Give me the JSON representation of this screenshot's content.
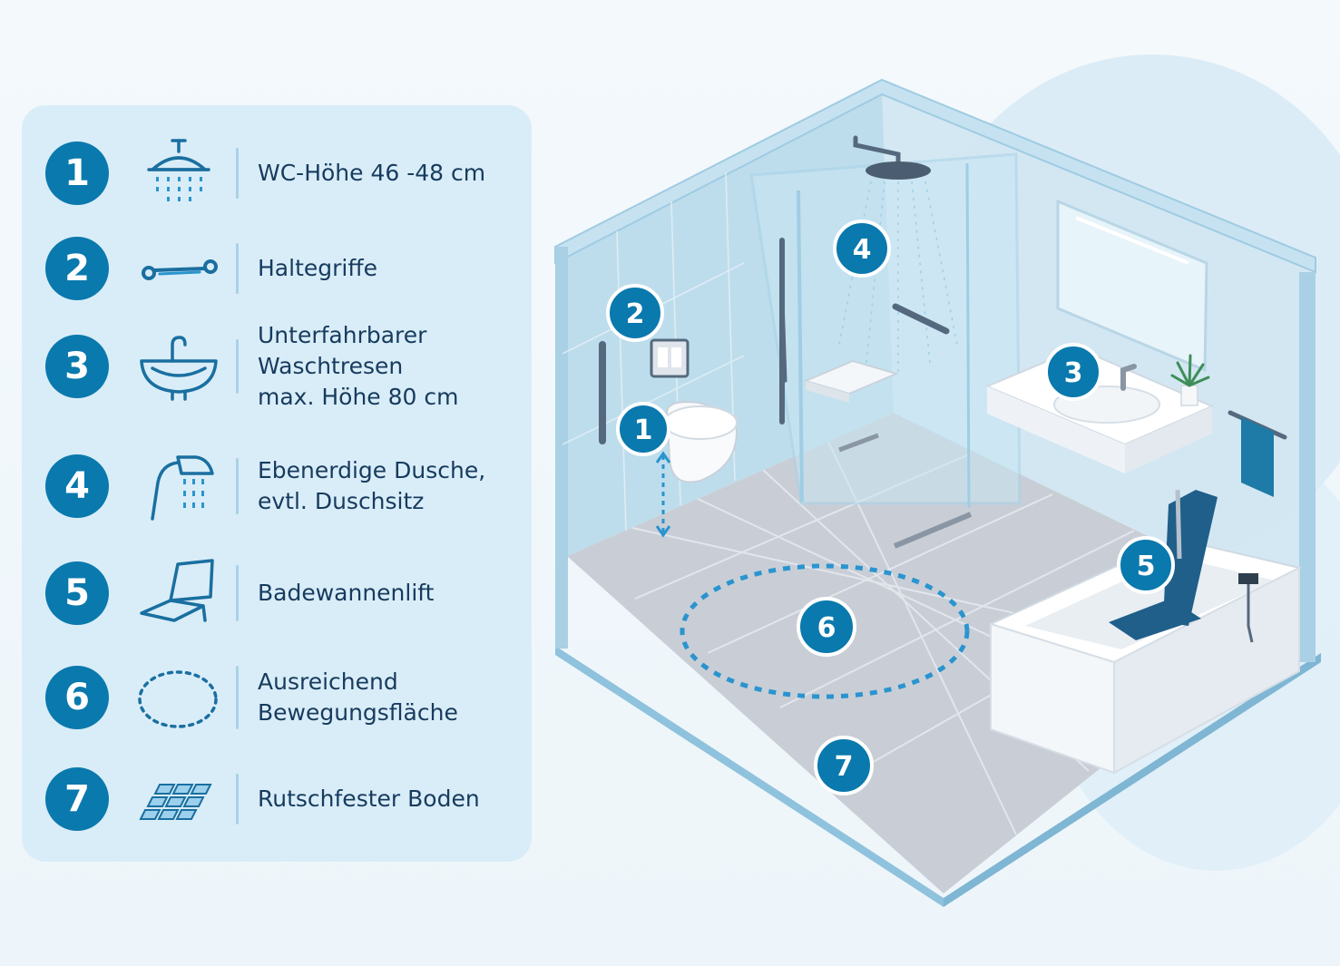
{
  "legend": [
    {
      "number": "1",
      "icon": "shower-head-icon",
      "lines": [
        "WC-Höhe 46 -48 cm"
      ]
    },
    {
      "number": "2",
      "icon": "grab-bar-icon",
      "lines": [
        "Haltegriffe"
      ]
    },
    {
      "number": "3",
      "icon": "washbasin-icon",
      "lines": [
        "Unterfahrbarer",
        "Waschtresen",
        "max. Höhe 80 cm"
      ]
    },
    {
      "number": "4",
      "icon": "hand-shower-icon",
      "lines": [
        "Ebenerdige Dusche,",
        "evtl. Duschsitz"
      ]
    },
    {
      "number": "5",
      "icon": "bath-lift-seat-icon",
      "lines": [
        "Badewannenlift"
      ]
    },
    {
      "number": "6",
      "icon": "dashed-circle-icon",
      "lines": [
        "Ausreichend",
        "Bewegungsfläche"
      ]
    },
    {
      "number": "7",
      "icon": "non-slip-tiles-icon",
      "lines": [
        "Rutschfester Boden"
      ]
    }
  ],
  "scene_markers": [
    "1",
    "2",
    "3",
    "4",
    "5",
    "6",
    "7"
  ],
  "colors": {
    "accent": "#0a79ad",
    "panel": "#d9edf8",
    "text": "#173b5e"
  }
}
